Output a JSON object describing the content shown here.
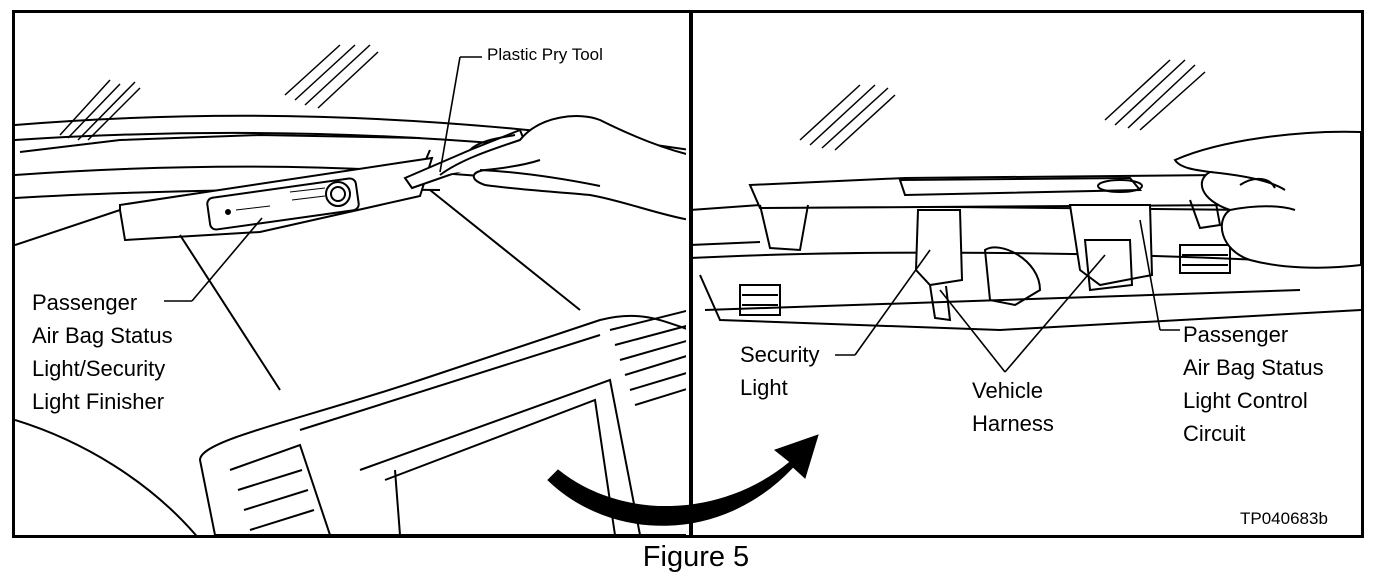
{
  "left_panel": {
    "labels": {
      "tool": "Plastic Pry Tool",
      "finisher": "Passenger\nAir Bag Status\nLight/Security\nLight Finisher"
    }
  },
  "right_panel": {
    "labels": {
      "security": "Security\nLight",
      "harness": "Vehicle\nHarness",
      "control": "Passenger\nAir Bag Status\nLight Control\nCircuit"
    },
    "code": "TP040683b"
  },
  "caption": "Figure 5"
}
